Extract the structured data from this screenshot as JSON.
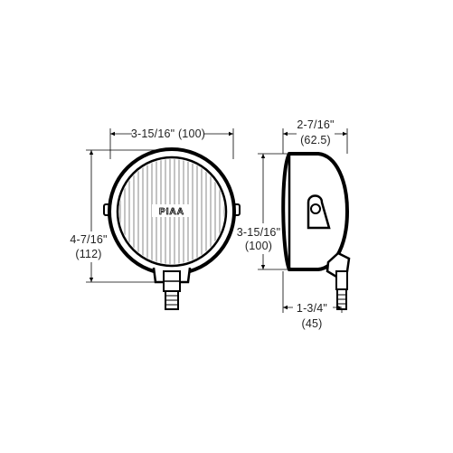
{
  "front_view": {
    "width_label": "3-15/16\" (100)",
    "height_label_imperial": "4-7/16\"",
    "height_label_metric": "(112)",
    "logo": "PIAA"
  },
  "side_view": {
    "depth_label_imperial": "2-7/16\"",
    "depth_label_metric": "(62.5)",
    "height_label_imperial": "3-15/16\"",
    "height_label_metric": "(100)",
    "mount_offset_label_imperial": "1-3/4\"",
    "mount_offset_label_metric": "(45)"
  }
}
